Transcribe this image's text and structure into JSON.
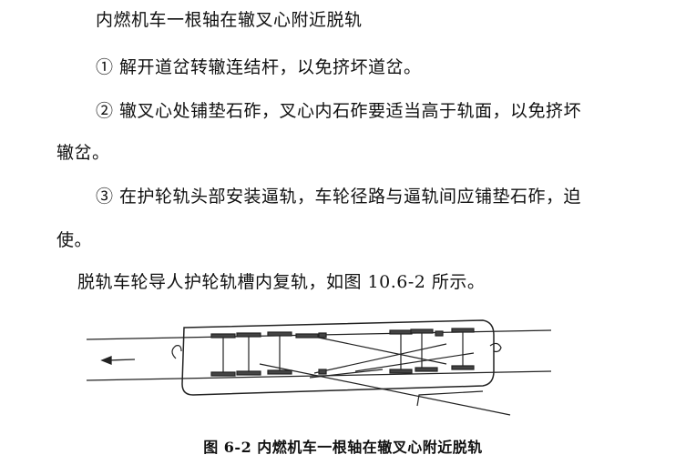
{
  "paragraphs": {
    "heading": "内燃机车一根轴在辙叉心附近脱轨",
    "item1": "① 解开道岔转辙连结杆，以免挤坏道岔。",
    "item2_line1": "② 辙叉心处铺垫石砟，叉心内石砟要适当高于轨面，以免挤坏",
    "item2_line2": "辙岔。",
    "item3_line1": "③ 在护轮轨头部安装逼轨，车轮径路与逼轨间应铺垫石砟，迫",
    "item3_line2": "使。",
    "summary": "脱轨车轮导人护轮轨槽内复轨，如图 10.6-2 所示。"
  },
  "figure": {
    "caption": "图 6-2 内燃机车一根轴在辙叉心附近脱轨",
    "direction_arrow": "arrow-left-icon"
  }
}
